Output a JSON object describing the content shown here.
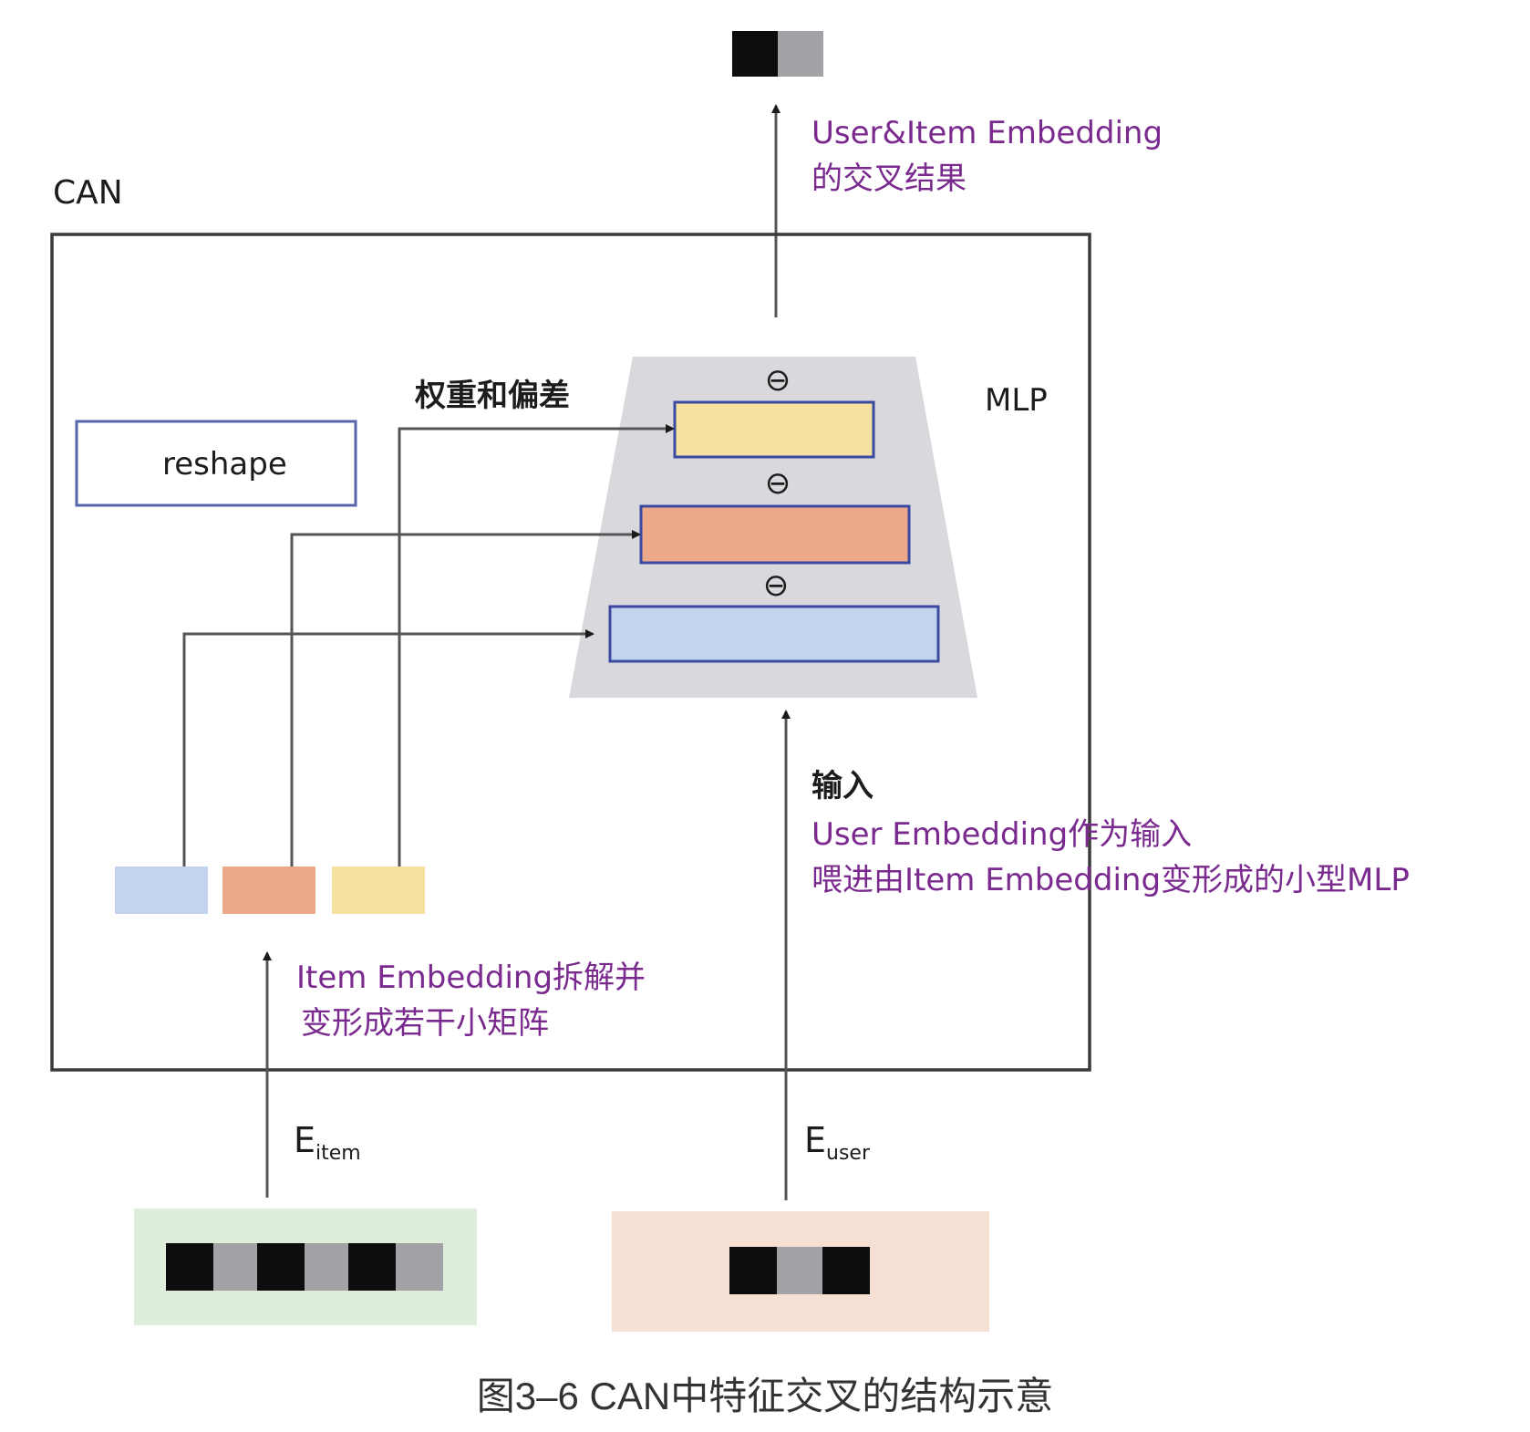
{
  "labels": {
    "can": "CAN",
    "reshape": "reshape",
    "mlp": "MLP",
    "weights_bias": "权重和偏差",
    "output_line1": "User&Item Embedding",
    "output_line2": "的交叉结果",
    "input_title": "输入",
    "input_line1": "User Embedding作为输入",
    "input_line2": "喂进由Item Embedding变形成的小型MLP",
    "item_note_line1": "Item Embedding拆解并",
    "item_note_line2": "变形成若干小矩阵",
    "e_item_main": "E",
    "e_item_sub": "item",
    "e_user_main": "E",
    "e_user_sub": "user",
    "activation_symbol": "⊖"
  },
  "caption": "图3–6 CAN中特征交叉的结构示意",
  "colors": {
    "note_purple": "#7a2a8e",
    "layer_yellow": "#f5e2a0",
    "layer_orange": "#eba98a",
    "layer_blue": "#c3d5ee",
    "layer_border": "#3b4aa0",
    "mlp_trapezoid": "#d9d8dc",
    "item_box_bg": "#deeedb",
    "user_box_bg": "#f6e0d3",
    "dark_cell": "#0d0d0d",
    "gray_cell": "#a3a2a6"
  }
}
